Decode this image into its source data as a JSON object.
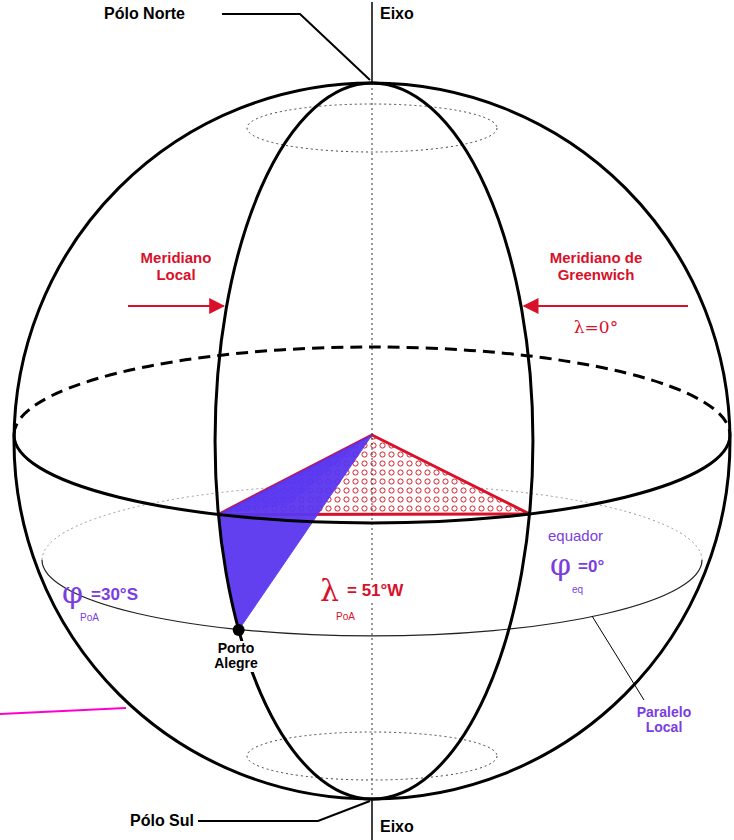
{
  "diagram": {
    "labels": [
      "Pólo Norte",
      "Eixo",
      "Meridiano Local",
      "Meridiano de Greenwich",
      "λ=0°",
      "φ",
      "=30°S",
      "PoA",
      "λ",
      "= 51°W",
      "PoA",
      "equador",
      "φ",
      "=0°",
      "eq",
      "Porto Alegre",
      "Paralelo Local",
      "Pólo Sul",
      "Eixo"
    ]
  }
}
